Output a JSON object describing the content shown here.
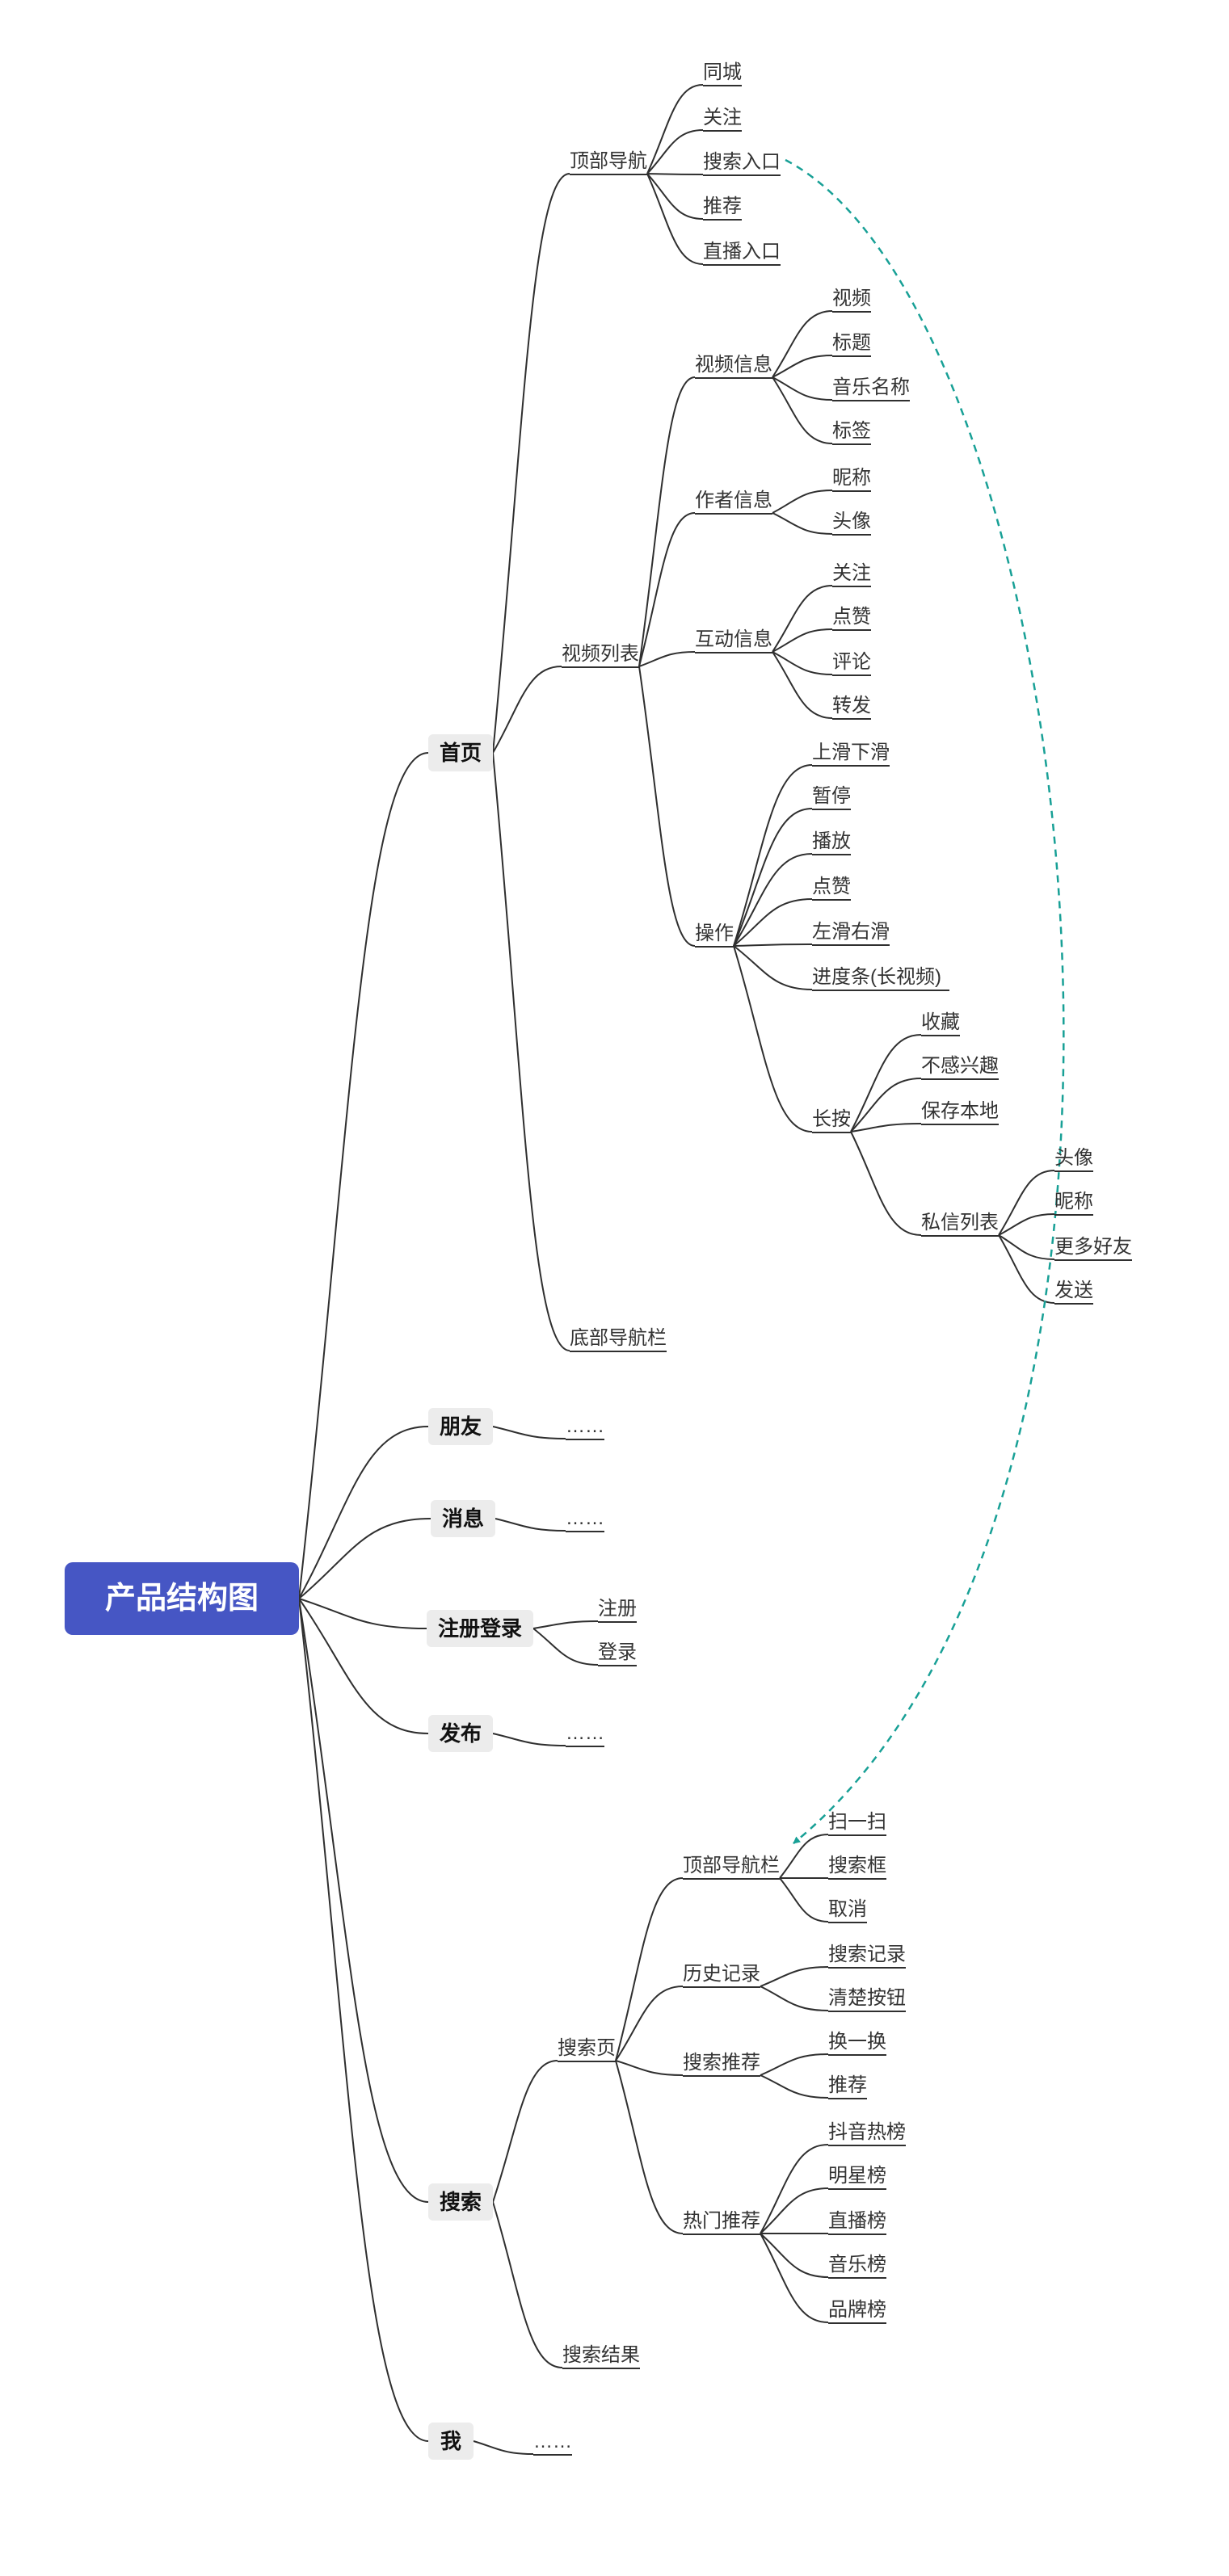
{
  "colors": {
    "bg": "#ffffff",
    "line": "#2f2f2f",
    "text": "#333333",
    "box_bg": "#ececec",
    "box_text": "#111111",
    "root_bg": "#4656c4",
    "root_text": "#ffffff",
    "link": "#18a096"
  },
  "tree": {
    "label": "产品结构图",
    "children": [
      {
        "label": "首页",
        "children": [
          {
            "label": "顶部导航",
            "children": [
              {
                "label": "同城"
              },
              {
                "label": "关注"
              },
              {
                "label": "搜索入口"
              },
              {
                "label": "推荐"
              },
              {
                "label": "直播入口"
              }
            ]
          },
          {
            "label": "视频列表",
            "children": [
              {
                "label": "视频信息",
                "children": [
                  {
                    "label": "视频"
                  },
                  {
                    "label": "标题"
                  },
                  {
                    "label": "音乐名称"
                  },
                  {
                    "label": "标签"
                  }
                ]
              },
              {
                "label": "作者信息",
                "children": [
                  {
                    "label": "昵称"
                  },
                  {
                    "label": "头像"
                  }
                ]
              },
              {
                "label": "互动信息",
                "children": [
                  {
                    "label": "关注"
                  },
                  {
                    "label": "点赞"
                  },
                  {
                    "label": "评论"
                  },
                  {
                    "label": "转发"
                  }
                ]
              },
              {
                "label": "操作",
                "children": [
                  {
                    "label": "上滑下滑"
                  },
                  {
                    "label": "暂停"
                  },
                  {
                    "label": "播放"
                  },
                  {
                    "label": "点赞"
                  },
                  {
                    "label": "左滑右滑"
                  },
                  {
                    "label": "进度条(长视频)"
                  },
                  {
                    "label": "长按",
                    "children": [
                      {
                        "label": "收藏"
                      },
                      {
                        "label": "不感兴趣"
                      },
                      {
                        "label": "保存本地"
                      },
                      {
                        "label": "私信列表",
                        "children": [
                          {
                            "label": "头像"
                          },
                          {
                            "label": "昵称"
                          },
                          {
                            "label": "更多好友"
                          },
                          {
                            "label": "发送"
                          }
                        ]
                      }
                    ]
                  }
                ]
              }
            ]
          },
          {
            "label": "底部导航栏"
          }
        ]
      },
      {
        "label": "朋友",
        "children": [
          {
            "label": "……"
          }
        ]
      },
      {
        "label": "消息",
        "children": [
          {
            "label": "……"
          }
        ]
      },
      {
        "label": "注册登录",
        "children": [
          {
            "label": "注册"
          },
          {
            "label": "登录"
          }
        ]
      },
      {
        "label": "发布",
        "children": [
          {
            "label": "……"
          }
        ]
      },
      {
        "label": "搜索",
        "children": [
          {
            "label": "搜索页",
            "children": [
              {
                "label": "顶部导航栏",
                "children": [
                  {
                    "label": "扫一扫"
                  },
                  {
                    "label": "搜索框"
                  },
                  {
                    "label": "取消"
                  }
                ]
              },
              {
                "label": "历史记录",
                "children": [
                  {
                    "label": "搜索记录"
                  },
                  {
                    "label": "清楚按钮"
                  }
                ]
              },
              {
                "label": "搜索推荐",
                "children": [
                  {
                    "label": "换一换"
                  },
                  {
                    "label": "推荐"
                  }
                ]
              },
              {
                "label": "热门推荐",
                "children": [
                  {
                    "label": "抖音热榜"
                  },
                  {
                    "label": "明星榜"
                  },
                  {
                    "label": "直播榜"
                  },
                  {
                    "label": "音乐榜"
                  },
                  {
                    "label": "品牌榜"
                  }
                ]
              }
            ]
          },
          {
            "label": "搜索结果"
          }
        ]
      },
      {
        "label": "我",
        "children": [
          {
            "label": "……"
          }
        ]
      }
    ]
  }
}
